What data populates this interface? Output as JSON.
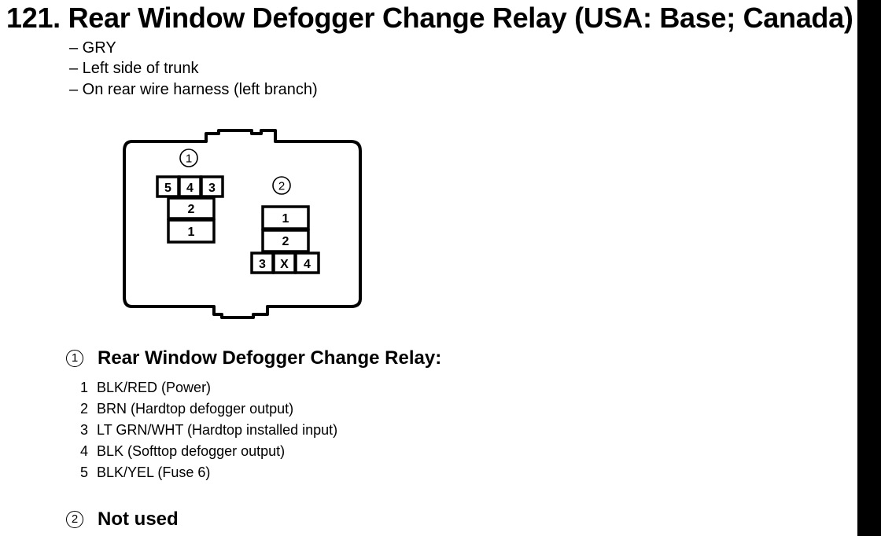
{
  "title": "121. Rear Window Defogger Change Relay (USA: Base; Canada)",
  "info": [
    "– GRY",
    "– Left side of trunk",
    "– On rear wire harness (left branch)"
  ],
  "diagram": {
    "connector1": {
      "label": "1",
      "top_row": [
        "5",
        "4",
        "3"
      ],
      "middle": "2",
      "bottom": "1"
    },
    "connector2": {
      "label": "2",
      "top": "1",
      "middle": "2",
      "bottom_row": [
        "3",
        "X",
        "4"
      ]
    }
  },
  "sections": [
    {
      "marker": "1",
      "heading": "Rear Window Defogger Change Relay:",
      "pins": [
        {
          "num": "1",
          "desc": "BLK/RED (Power)"
        },
        {
          "num": "2",
          "desc": "BRN (Hardtop defogger output)"
        },
        {
          "num": "3",
          "desc": "LT GRN/WHT (Hardtop installed input)"
        },
        {
          "num": "4",
          "desc": "BLK (Softtop defogger output)"
        },
        {
          "num": "5",
          "desc": "BLK/YEL (Fuse 6)"
        }
      ]
    },
    {
      "marker": "2",
      "heading": "Not used",
      "pins": []
    }
  ]
}
